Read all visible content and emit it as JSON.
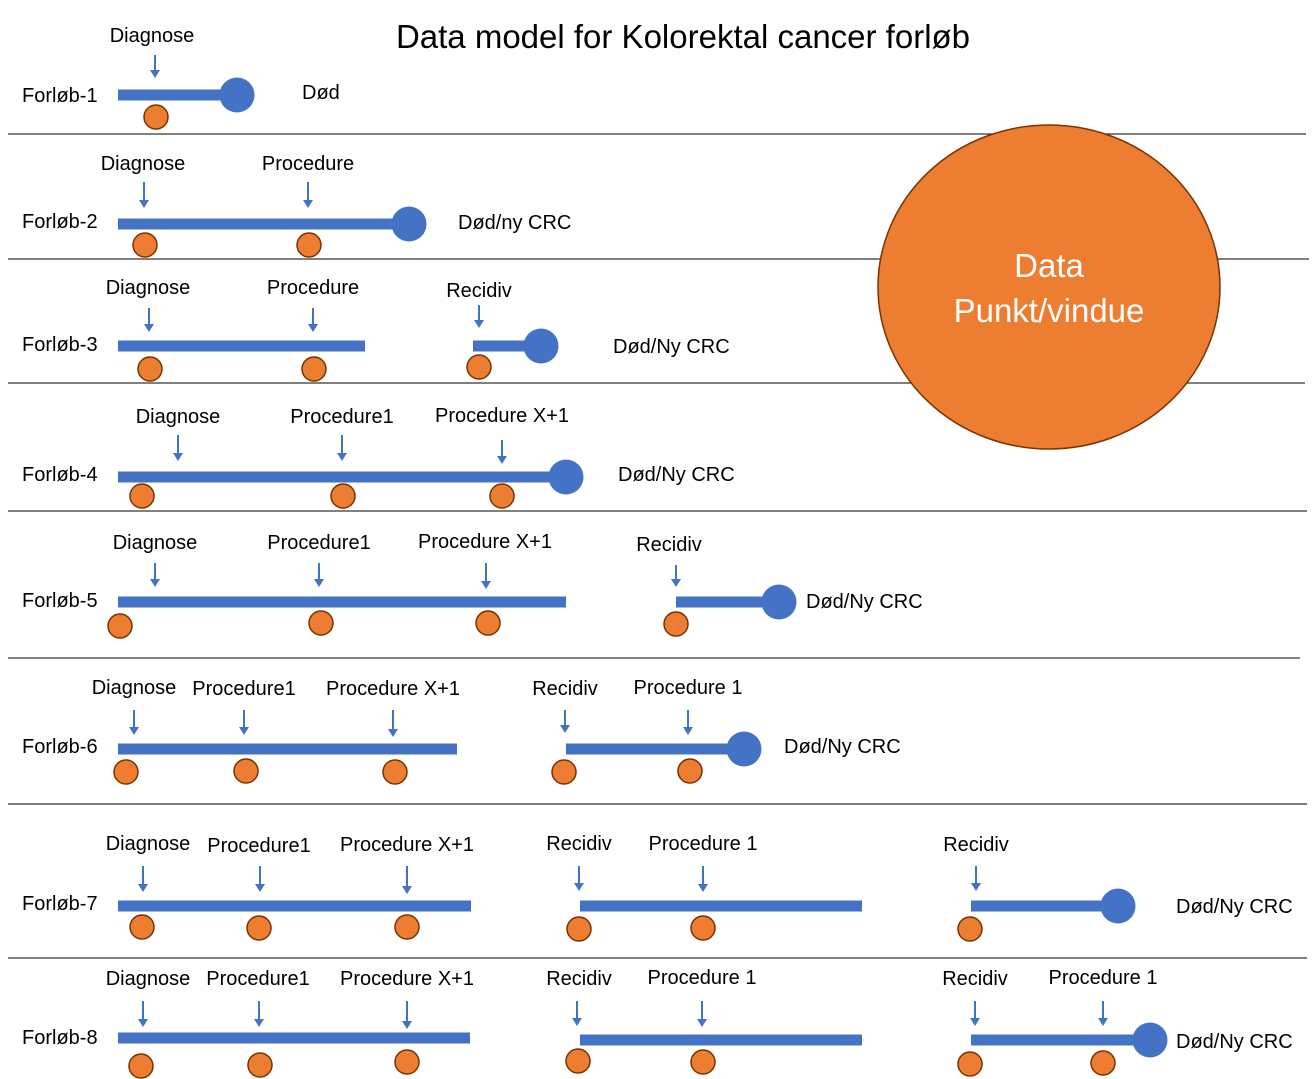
{
  "title": "Data model for Kolorektal cancer forløb",
  "legend": {
    "line1": "Data",
    "line2": "Punkt/vindue"
  },
  "colors": {
    "timeline": "#4472C4",
    "data_point": "#ED7D31",
    "data_point_stroke": "#7a3300",
    "separator": "#000000"
  },
  "icons": {
    "event_marker": "arrow-down-icon",
    "end_marker": "filled-circle-icon",
    "data_point": "orange-circle-icon"
  },
  "rows": [
    {
      "id": "1",
      "label": "Forløb-1",
      "end_label": "Død",
      "events": [
        "Diagnose"
      ]
    },
    {
      "id": "2",
      "label": "Forløb-2",
      "end_label": "Død/ny CRC",
      "events": [
        "Diagnose",
        "Procedure"
      ]
    },
    {
      "id": "3",
      "label": "Forløb-3",
      "end_label": "Død/Ny CRC",
      "events": [
        "Diagnose",
        "Procedure",
        "Recidiv"
      ]
    },
    {
      "id": "4",
      "label": "Forløb-4",
      "end_label": "Død/Ny CRC",
      "events": [
        "Diagnose",
        "Procedure1",
        "Procedure X+1"
      ]
    },
    {
      "id": "5",
      "label": "Forløb-5",
      "end_label": "Død/Ny CRC",
      "events": [
        "Diagnose",
        "Procedure1",
        "Procedure X+1",
        "Recidiv"
      ]
    },
    {
      "id": "6",
      "label": "Forløb-6",
      "end_label": "Død/Ny CRC",
      "events": [
        "Diagnose",
        "Procedure1",
        "Procedure X+1",
        "Recidiv",
        "Procedure 1"
      ]
    },
    {
      "id": "7",
      "label": "Forløb-7",
      "end_label": "Død/Ny CRC",
      "events": [
        "Diagnose",
        "Procedure1",
        "Procedure X+1",
        "Recidiv",
        "Procedure 1",
        "Recidiv"
      ]
    },
    {
      "id": "8",
      "label": "Forløb-8",
      "end_label": "Død/Ny CRC",
      "events": [
        "Diagnose",
        "Procedure1",
        "Procedure X+1",
        "Recidiv",
        "Procedure 1",
        "Recidiv",
        "Procedure 1"
      ]
    }
  ]
}
